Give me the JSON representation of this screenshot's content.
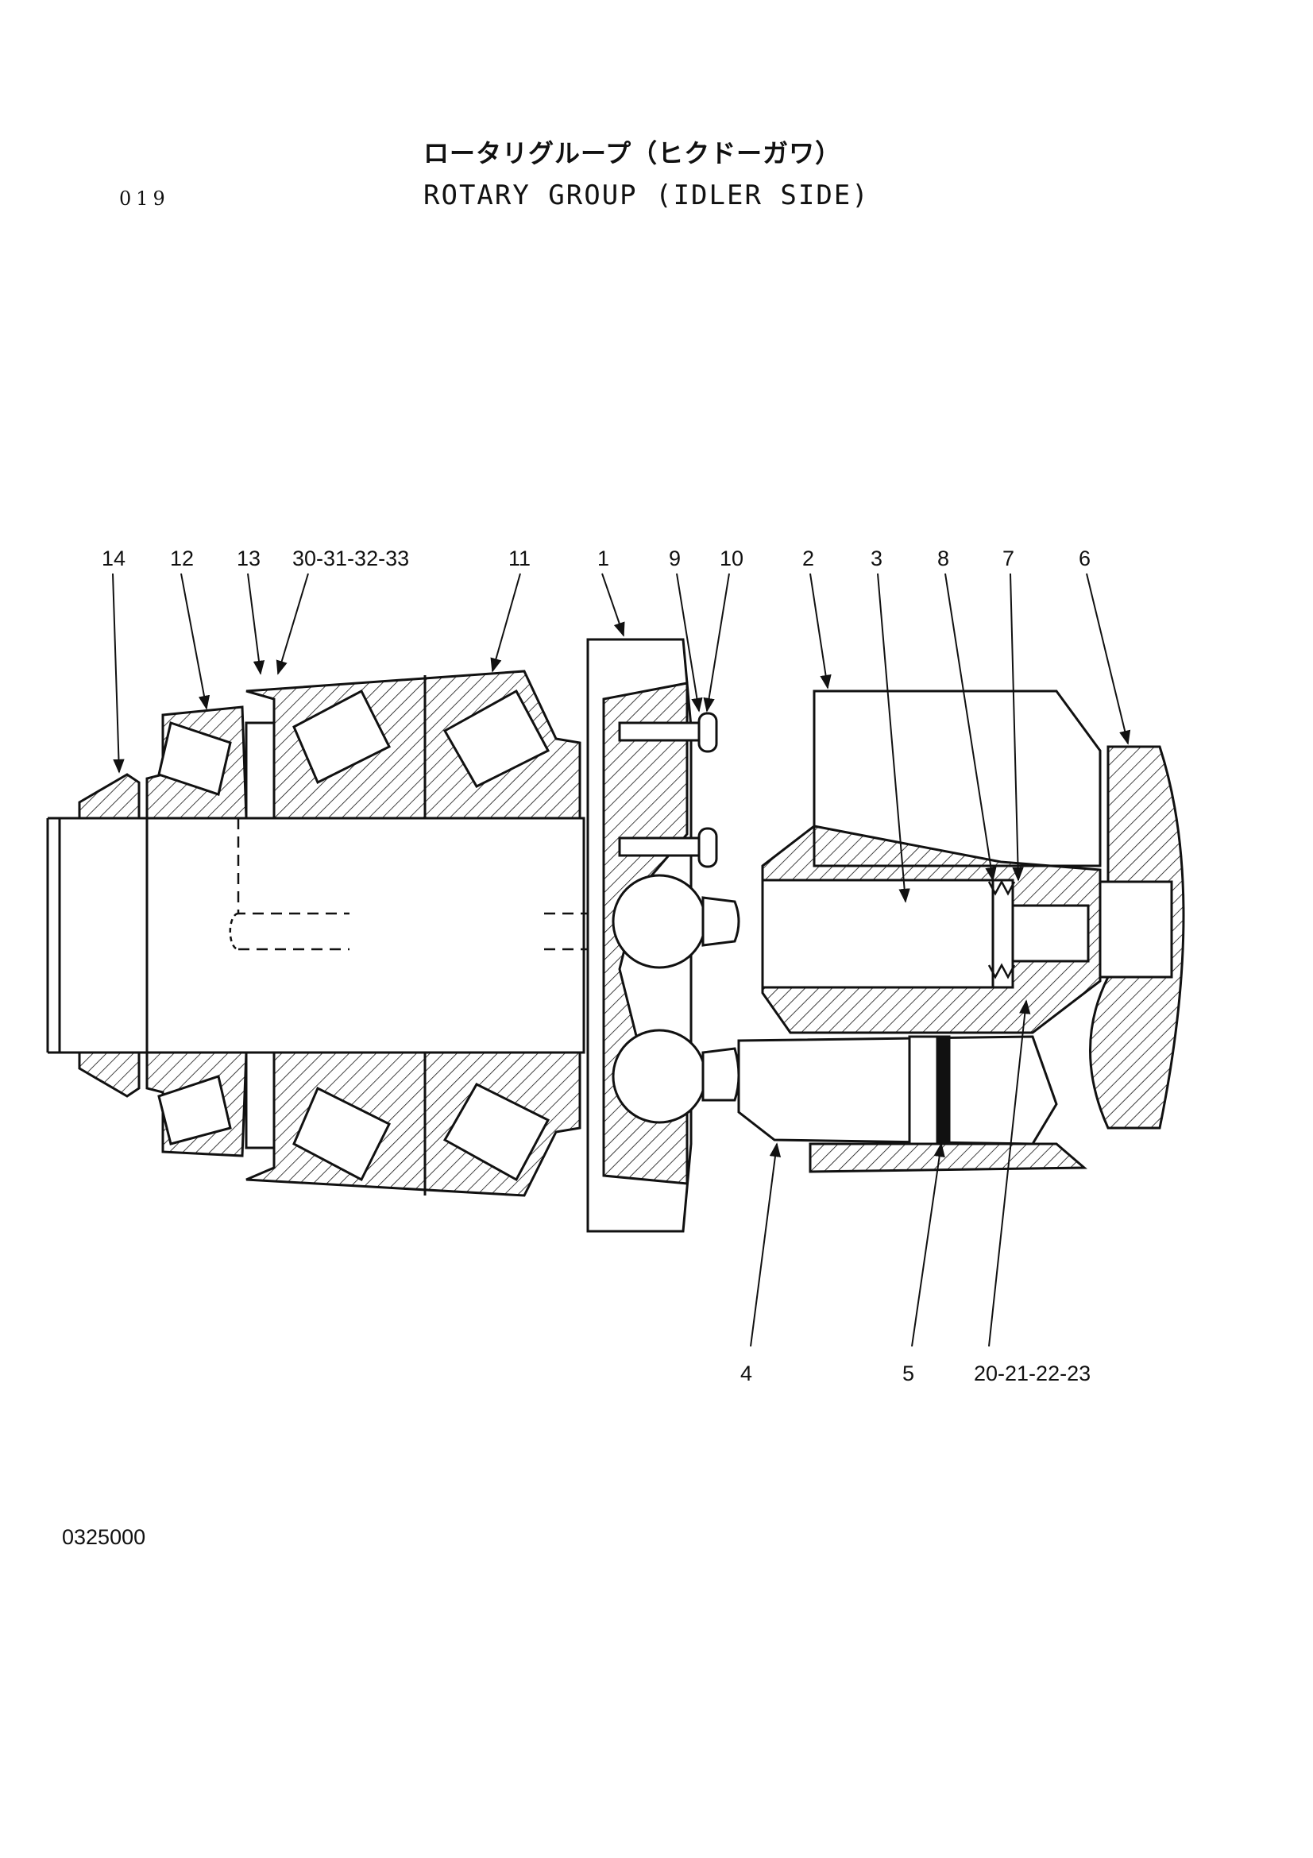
{
  "header": {
    "title_jp": "ロータリグループ（ヒクドーガワ）",
    "title_en": "ROTARY GROUP (IDLER SIDE)",
    "page_number": "019"
  },
  "footer": {
    "document_code": "0325000"
  },
  "callouts": {
    "c14": "14",
    "c12": "12",
    "c13": "13",
    "c30": "30-31-32-33",
    "c11": "11",
    "c1": "1",
    "c9": "9",
    "c10": "10",
    "c2": "2",
    "c3": "3",
    "c8": "8",
    "c7": "7",
    "c6": "6",
    "c4": "4",
    "c5": "5",
    "c20": "20-21-22-23"
  }
}
